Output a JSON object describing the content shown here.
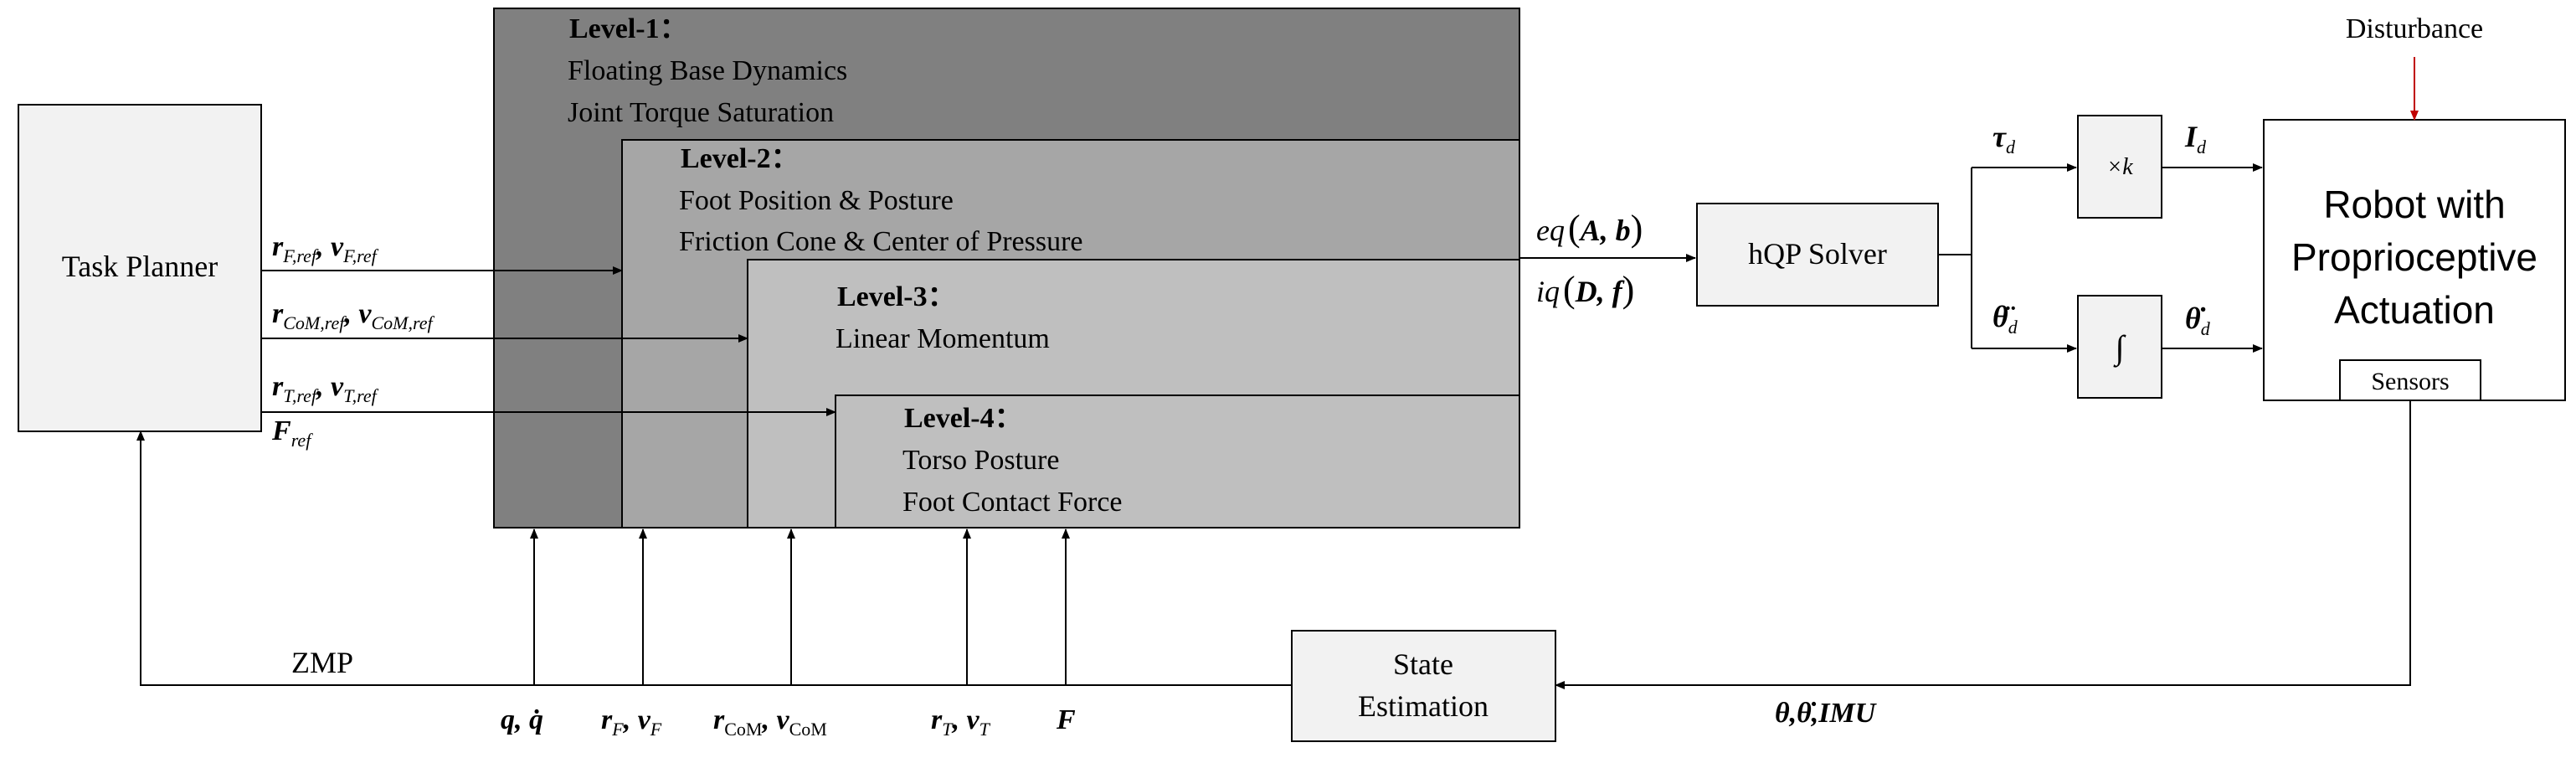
{
  "disturbance": "Disturbance",
  "task_planner": "Task Planner",
  "levels": [
    {
      "title": "Level-1：",
      "lines": [
        "Floating Base Dynamics",
        "Joint Torque Saturation"
      ]
    },
    {
      "title": "Level-2：",
      "lines": [
        "Foot Position & Posture",
        "Friction Cone & Center of Pressure"
      ]
    },
    {
      "title": "Level-3：",
      "lines": [
        "Linear Momentum"
      ]
    },
    {
      "title": "Level-4：",
      "lines": [
        "Torso Posture",
        "Foot Contact Force"
      ]
    }
  ],
  "solver": "hQP Solver",
  "robot": [
    "Robot with",
    "Proprioceptive",
    "Actuation"
  ],
  "sensors": "Sensors",
  "state_estimation": [
    "State",
    "Estimation"
  ],
  "times_k": "×k",
  "integral": "∫",
  "zmp": "ZMP",
  "signals": {
    "r_F": "r",
    "r_F_sub": "F,ref",
    "v_F": "v",
    "v_F_sub": "F,ref",
    "r_CoM": "r",
    "r_CoM_sub": "CoM,ref",
    "v_CoM": "v",
    "v_CoM_sub": "CoM,ref",
    "r_T": "r",
    "r_T_sub": "T,ref",
    "v_T": "v",
    "v_T_sub": "T,ref",
    "F_ref": "F",
    "F_ref_sub": "ref",
    "eq": "eq",
    "eq_args": "A, b",
    "iq": "iq",
    "iq_args": "D, f",
    "tau": "τ",
    "tau_sub": "d",
    "theta_dd": "θ̈",
    "theta_dd_sub": "d",
    "I": "I",
    "I_sub": "d",
    "theta_d": "θ̇",
    "theta_d_sub": "d",
    "feedback": "θ,θ̇,IMU",
    "bottom_q": "q, q̇",
    "bottom_rF": "r",
    "bottom_rF_sub": "F",
    "bottom_vF": "v",
    "bottom_vF_sub": "F",
    "bottom_rCoM": "r",
    "bottom_rCoM_sub": "CoM",
    "bottom_vCoM": "v",
    "bottom_vCoM_sub": "CoM",
    "bottom_rT": "r",
    "bottom_rT_sub": "T",
    "bottom_vT": "v",
    "bottom_vT_sub": "T",
    "bottom_F": "F"
  },
  "colors": {
    "level1": "#808080",
    "level2": "#a6a6a6",
    "level3": "#bfbfbf",
    "level4": "#bfbfbf",
    "box_fill": "#f2f2f2",
    "disturbance_arrow": "#c00000"
  }
}
